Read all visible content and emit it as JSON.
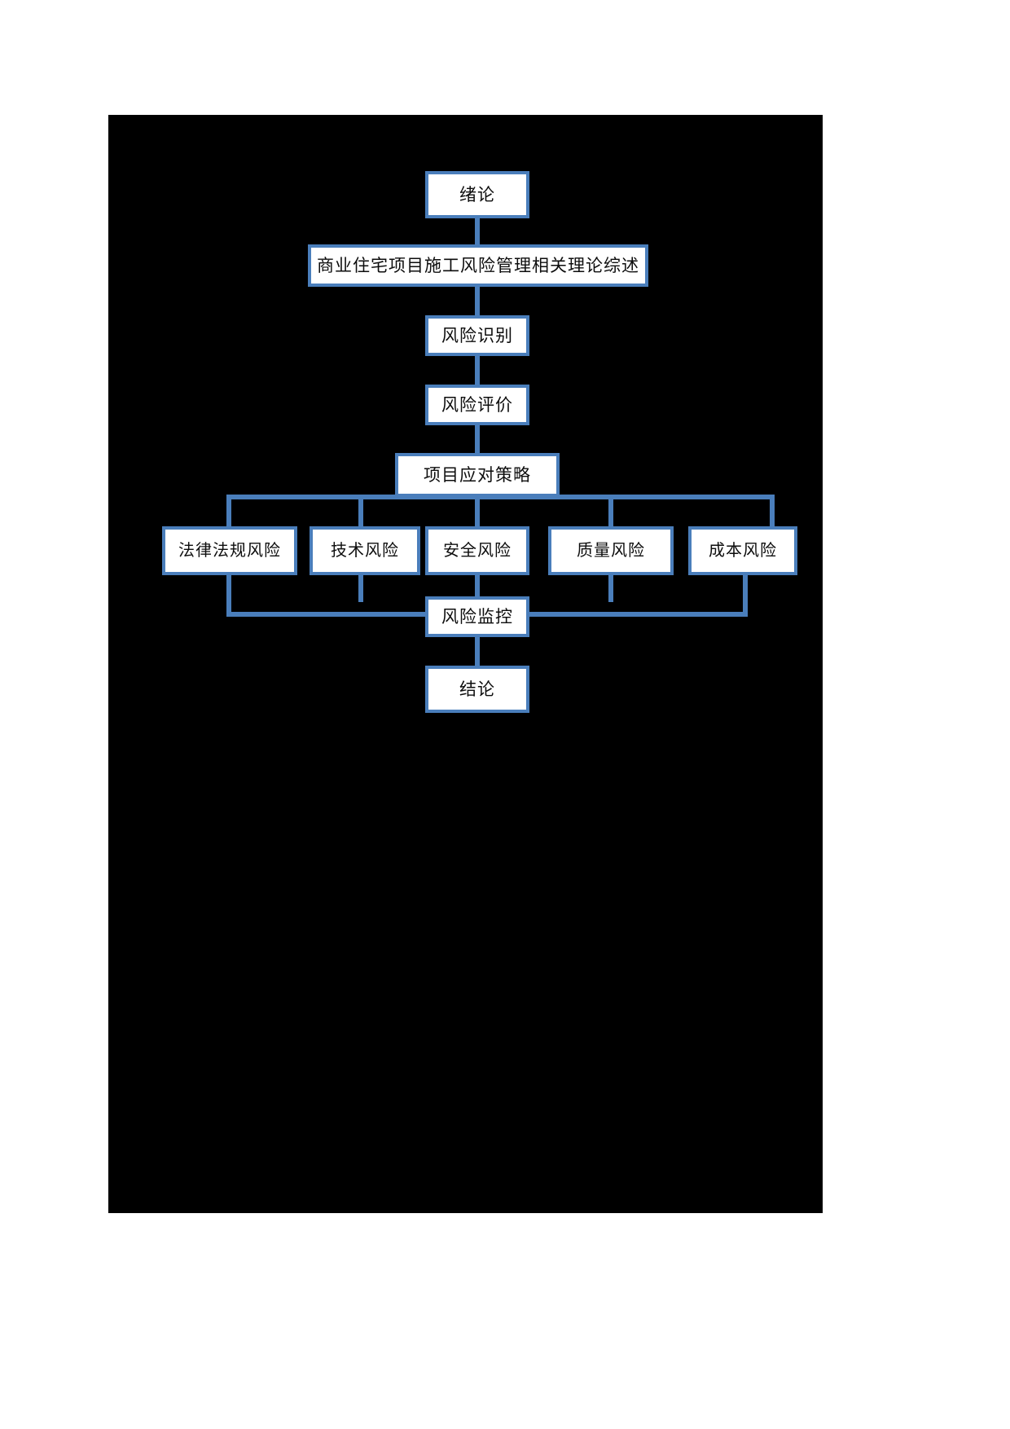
{
  "page": {
    "background_color": "#ffffff",
    "panel_color": "#000000",
    "accent_color": "#4a7ebb",
    "node_fill_color": "#ffffff",
    "text_color": "#0d0d0d"
  },
  "diagram": {
    "type": "flowchart",
    "title": "",
    "nodes": [
      {
        "id": "n1",
        "label": "绪论"
      },
      {
        "id": "n2",
        "label": "商业住宅项目施工风险管理相关理论综述"
      },
      {
        "id": "n3",
        "label": "风险识别"
      },
      {
        "id": "n4",
        "label": "风险评价"
      },
      {
        "id": "n5",
        "label": "项目应对策略"
      },
      {
        "id": "n6",
        "label": "法律法规风险"
      },
      {
        "id": "n7",
        "label": "技术风险"
      },
      {
        "id": "n8",
        "label": "安全风险"
      },
      {
        "id": "n9",
        "label": "质量风险"
      },
      {
        "id": "n10",
        "label": "成本风险"
      },
      {
        "id": "n11",
        "label": "风险监控"
      },
      {
        "id": "n12",
        "label": "结论"
      }
    ],
    "edges": [
      {
        "from": "n1",
        "to": "n2"
      },
      {
        "from": "n2",
        "to": "n3"
      },
      {
        "from": "n3",
        "to": "n4"
      },
      {
        "from": "n4",
        "to": "n5"
      },
      {
        "from": "n5",
        "to": "n6"
      },
      {
        "from": "n5",
        "to": "n7"
      },
      {
        "from": "n5",
        "to": "n8"
      },
      {
        "from": "n5",
        "to": "n9"
      },
      {
        "from": "n5",
        "to": "n10"
      },
      {
        "from": "n6",
        "to": "n11"
      },
      {
        "from": "n7",
        "to": "n11"
      },
      {
        "from": "n8",
        "to": "n11"
      },
      {
        "from": "n9",
        "to": "n11"
      },
      {
        "from": "n10",
        "to": "n11"
      },
      {
        "from": "n11",
        "to": "n12"
      }
    ]
  }
}
